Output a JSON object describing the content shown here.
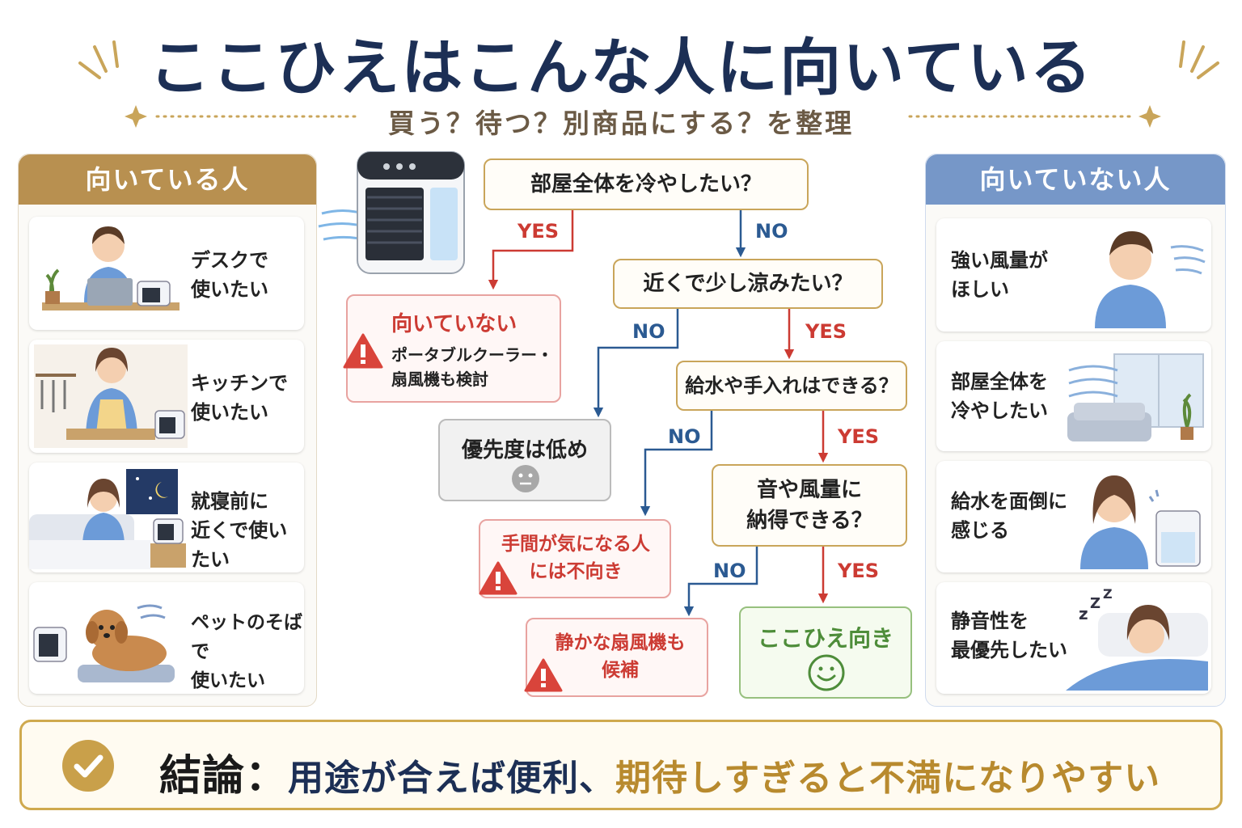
{
  "title": "ここひえはこんな人に向いている",
  "subtitle": "買う？待つ？別商品にする？を整理",
  "left_panel": {
    "header": "向いている人",
    "items": [
      {
        "text": "デスクで\n使いたい"
      },
      {
        "text": "キッチンで\n使いたい"
      },
      {
        "text": "就寝前に\n近くで使いたい"
      },
      {
        "text": "ペットのそばで\n使いたい"
      }
    ]
  },
  "right_panel": {
    "header": "向いていない人",
    "items": [
      {
        "text": "強い風量が\nほしい"
      },
      {
        "text": "部屋全体を\n冷やしたい"
      },
      {
        "text": "給水を面倒に\n感じる"
      },
      {
        "text": "静音性を\n最優先したい"
      }
    ]
  },
  "flow": {
    "q1": "部屋全体を冷やしたい？",
    "q2": "近くで少し涼みたい？",
    "q3": "給水や手入れはできる？",
    "q4": "音や風量に\n納得できる？",
    "yes": "YES",
    "no": "NO",
    "r1_title": "向いていない",
    "r1_body": "ポータブルクーラー・\n扇風機も検討",
    "r2": "優先度は低め",
    "r3": "手間が気になる人\nには不向き",
    "r4": "静かな扇風機も\n候補",
    "r5": "ここひえ向き"
  },
  "conclusion": {
    "label": "結論",
    "colon": "：",
    "part1": "用途が合えば便利、",
    "part2": "期待しすぎると不満になりやすい"
  },
  "colors": {
    "navy": "#1c2f55",
    "gold": "#c9a55a",
    "left_header": "#b89050",
    "right_header": "#7697c8",
    "red": "#cc3b33",
    "blue": "#2b5a92",
    "green": "#4e8d3a"
  }
}
